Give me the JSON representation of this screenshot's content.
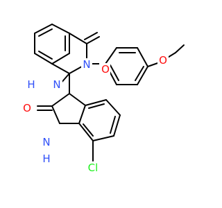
{
  "molecule": {
    "colors": {
      "bond": "#000000",
      "oxygen": "#ff0d0d",
      "nitrogen": "#3050f8",
      "chlorine": "#1ff01f",
      "background": "#ffffff"
    },
    "atoms": {
      "o_ketone": "O",
      "n3": "N",
      "n1": "N",
      "h1": "H",
      "o_lactam": "O",
      "n_indole": "N",
      "h_indole": "H",
      "o_methoxy": "O",
      "cl": "Cl"
    }
  }
}
